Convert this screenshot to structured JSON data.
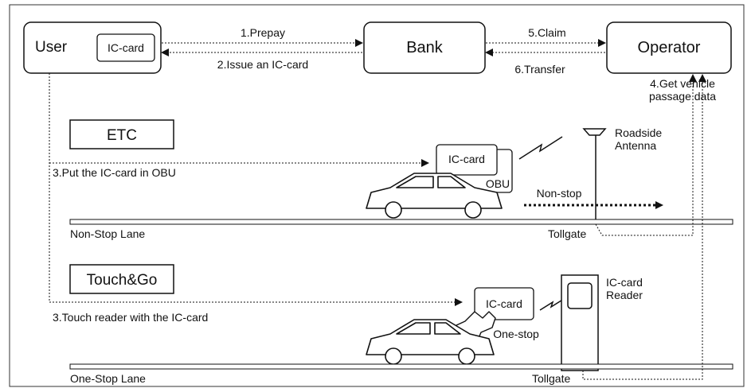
{
  "entities": {
    "user": "User",
    "ic_card": "IC-card",
    "bank": "Bank",
    "operator": "Operator"
  },
  "flows": {
    "prepay": "1.Prepay",
    "issue": "2.Issue an IC-card",
    "claim": "5.Claim",
    "transfer": "6.Transfer",
    "get_data_line1": "4.Get vehicle",
    "get_data_line2": "passage data"
  },
  "etc": {
    "title": "ETC",
    "put_card": "3.Put the IC-card in OBU",
    "ic_card": "IC-card",
    "obu": "OBU",
    "antenna_line1": "Roadside",
    "antenna_line2": "Antenna",
    "nonstop": "Non-stop",
    "lane": "Non-Stop Lane",
    "tollgate": "Tollgate"
  },
  "touchgo": {
    "title": "Touch&Go",
    "touch_reader": "3.Touch reader with the IC-card",
    "ic_card": "IC-card",
    "reader_line1": "IC-card",
    "reader_line2": "Reader",
    "onestop": "One-stop",
    "lane": "One-Stop Lane",
    "tollgate": "Tollgate"
  }
}
